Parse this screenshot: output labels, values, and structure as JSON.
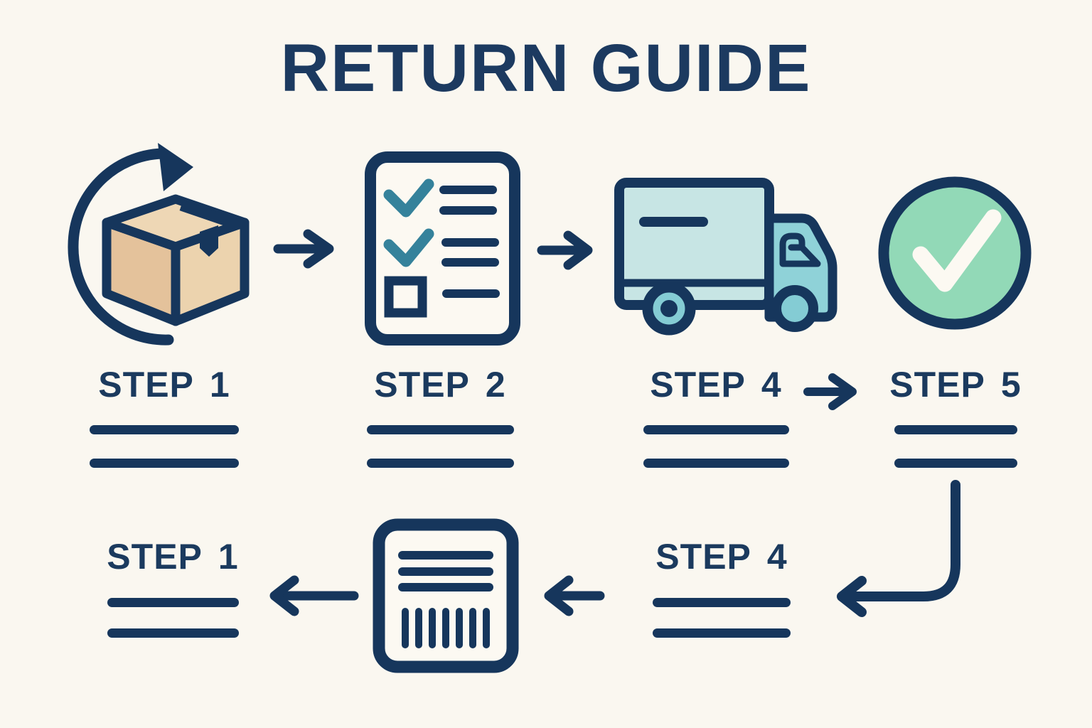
{
  "title": "RETURN GUIDE",
  "row1": {
    "steps": [
      {
        "label": "STEP 1",
        "icon": "return-box-icon"
      },
      {
        "label": "STEP 2",
        "icon": "checklist-icon"
      },
      {
        "label": "STEP 4",
        "icon": "delivery-truck-icon"
      },
      {
        "label": "STEP 5",
        "icon": "success-check-icon"
      }
    ]
  },
  "row2": {
    "steps": [
      {
        "label": "STEP 1",
        "icon": "none"
      },
      {
        "label": "STEP 4",
        "icon": "barcode-label-icon"
      }
    ]
  },
  "icons": [
    "return-box-icon",
    "arrow-right-icon",
    "checklist-icon",
    "delivery-truck-icon",
    "success-check-icon",
    "elbow-arrow-icon",
    "arrow-left-icon",
    "barcode-label-icon"
  ],
  "colors": {
    "background": "#faf7f0",
    "navy": "#16365c",
    "box_tan_top": "#eed7b5",
    "box_tan_left": "#e4c29b",
    "box_tan_right": "#ecd3ae",
    "check_teal": "#35829b",
    "truck_body": "#c7e5e4",
    "truck_cab": "#8fd2d8",
    "wheel_teal": "#84ccd4",
    "success_mint": "#92d9b7",
    "paper_white": "#fcf9f2"
  }
}
